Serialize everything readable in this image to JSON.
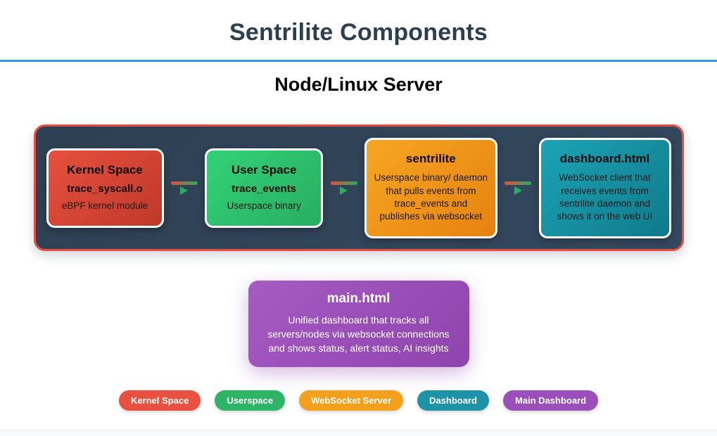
{
  "page": {
    "title": "Sentrilite Components",
    "subtitle": "Node/Linux Server",
    "title_color": "#2c3e50",
    "rule_color": "#3498db"
  },
  "diagram": {
    "group": {
      "border_color": "#e74c3c",
      "background_color": "#34495e",
      "nodes": [
        {
          "title": "Kernel Space",
          "name": "trace_syscall.o",
          "description": "eBPF kernel module",
          "color": "#e74c3c"
        },
        {
          "title": "User Space",
          "name": "trace_events",
          "description": "Userspace binary",
          "color": "#2ecc71"
        },
        {
          "title": "sentrilite",
          "description": "Userspace binary/ daemon that pulls events from trace_events and publishes via websocket",
          "color": "#f39c12"
        },
        {
          "title": "dashboard.html",
          "description": "WebSocket client that receives events from sentrilite daemon and shows it on the web UI",
          "color": "#1b9aaa"
        }
      ],
      "arrow_gradient": [
        "#e74c3c",
        "#27ae60"
      ]
    },
    "main_node": {
      "title": "main.html",
      "description": "Unified dashboard that tracks all servers/nodes via websocket connections and shows status, alert status, AI insights",
      "color": "#8e44ad"
    }
  },
  "legend": {
    "items": [
      {
        "label": "Kernel Space",
        "color": "#e8503f"
      },
      {
        "label": "Userspace",
        "color": "#2eb467"
      },
      {
        "label": "WebSocket Server",
        "color": "#f3a11c"
      },
      {
        "label": "Dashboard",
        "color": "#1e93a8"
      },
      {
        "label": "Main Dashboard",
        "color": "#9b4fba"
      }
    ]
  }
}
